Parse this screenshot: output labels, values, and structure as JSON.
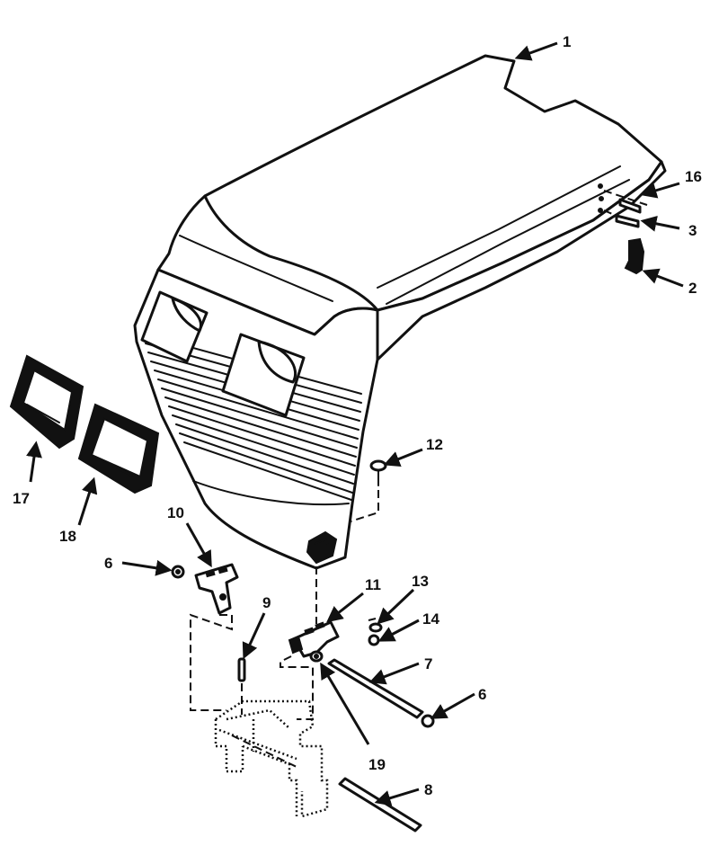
{
  "diagram": {
    "callouts": [
      {
        "id": "1",
        "text": "1"
      },
      {
        "id": "2",
        "text": "2"
      },
      {
        "id": "3",
        "text": "3"
      },
      {
        "id": "6a",
        "text": "6"
      },
      {
        "id": "6b",
        "text": "6"
      },
      {
        "id": "7",
        "text": "7"
      },
      {
        "id": "8",
        "text": "8"
      },
      {
        "id": "9",
        "text": "9"
      },
      {
        "id": "10",
        "text": "10"
      },
      {
        "id": "11",
        "text": "11"
      },
      {
        "id": "12",
        "text": "12"
      },
      {
        "id": "13",
        "text": "13"
      },
      {
        "id": "14",
        "text": "14"
      },
      {
        "id": "16",
        "text": "16"
      },
      {
        "id": "17",
        "text": "17"
      },
      {
        "id": "18",
        "text": "18"
      },
      {
        "id": "19",
        "text": "19"
      }
    ],
    "colors": {
      "ink": "#111111",
      "background": "#ffffff"
    }
  }
}
